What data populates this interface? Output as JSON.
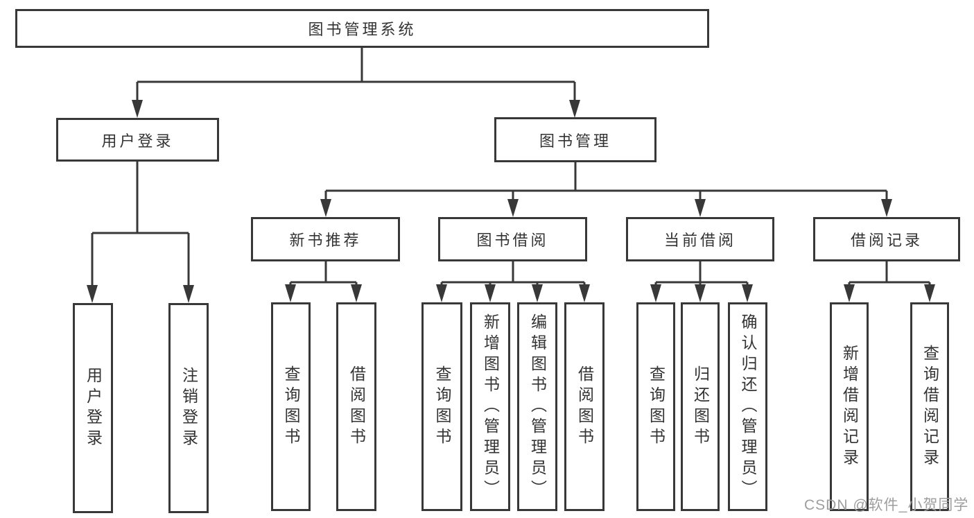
{
  "diagram": {
    "root": {
      "label": "图书管理系统"
    },
    "branches": [
      {
        "label": "用户登录",
        "children": [
          {
            "label": "用户登录"
          },
          {
            "label": "注销登录"
          }
        ]
      },
      {
        "label": "图书管理",
        "groups": [
          {
            "label": "新书推荐",
            "children": [
              {
                "label": "查询图书"
              },
              {
                "label": "借阅图书"
              }
            ]
          },
          {
            "label": "图书借阅",
            "children": [
              {
                "label": "查询图书"
              },
              {
                "label": "新增图书（管理员）"
              },
              {
                "label": "编辑图书（管理员）"
              },
              {
                "label": "借阅图书"
              }
            ]
          },
          {
            "label": "当前借阅",
            "children": [
              {
                "label": "查询图书"
              },
              {
                "label": "归还图书"
              },
              {
                "label": "确认归还（管理员）"
              }
            ]
          },
          {
            "label": "借阅记录",
            "children": [
              {
                "label": "新增借阅记录"
              },
              {
                "label": "查询借阅记录"
              }
            ]
          }
        ]
      }
    ]
  },
  "colors": {
    "line": "#383838",
    "text": "#333333",
    "watermark": "#9e9e9e",
    "background": "#ffffff"
  },
  "watermark": {
    "text": "CSDN @软件_小贺同学"
  }
}
